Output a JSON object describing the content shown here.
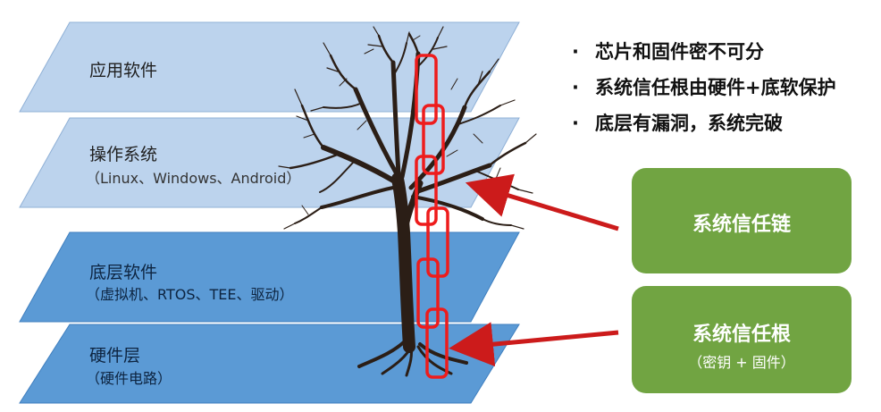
{
  "layers": {
    "app": {
      "title": "应用软件"
    },
    "os": {
      "title": "操作系统",
      "subtitle": "（Linux、Windows、Android）"
    },
    "low": {
      "title": "底层软件",
      "subtitle": "（虚拟机、RTOS、TEE、驱动）"
    },
    "hw": {
      "title": "硬件层",
      "subtitle": "（硬件电路）"
    }
  },
  "bullets": [
    {
      "marker": "·",
      "text": "芯片和固件密不可分"
    },
    {
      "marker": "·",
      "text": "系统信任根由硬件+底软保护"
    },
    {
      "marker": "·",
      "text": "底层有漏洞，系统完破"
    }
  ],
  "boxes": {
    "chain": {
      "title": "系统信任链"
    },
    "root": {
      "title": "系统信任根",
      "subtitle": "（密钥 + 固件）"
    }
  },
  "colors": {
    "light_layer": "#bcd3ed",
    "light_edge": "#8fb0d6",
    "dark_layer": "#5b9ad5",
    "dark_edge": "#3f7fbf",
    "chain": "#ee1c1c",
    "arrow": "#cc1b1b",
    "box": "#71a442",
    "tree": "#2b1e16"
  },
  "icons": [
    "tree-icon",
    "chain-icon",
    "arrow-icon"
  ]
}
